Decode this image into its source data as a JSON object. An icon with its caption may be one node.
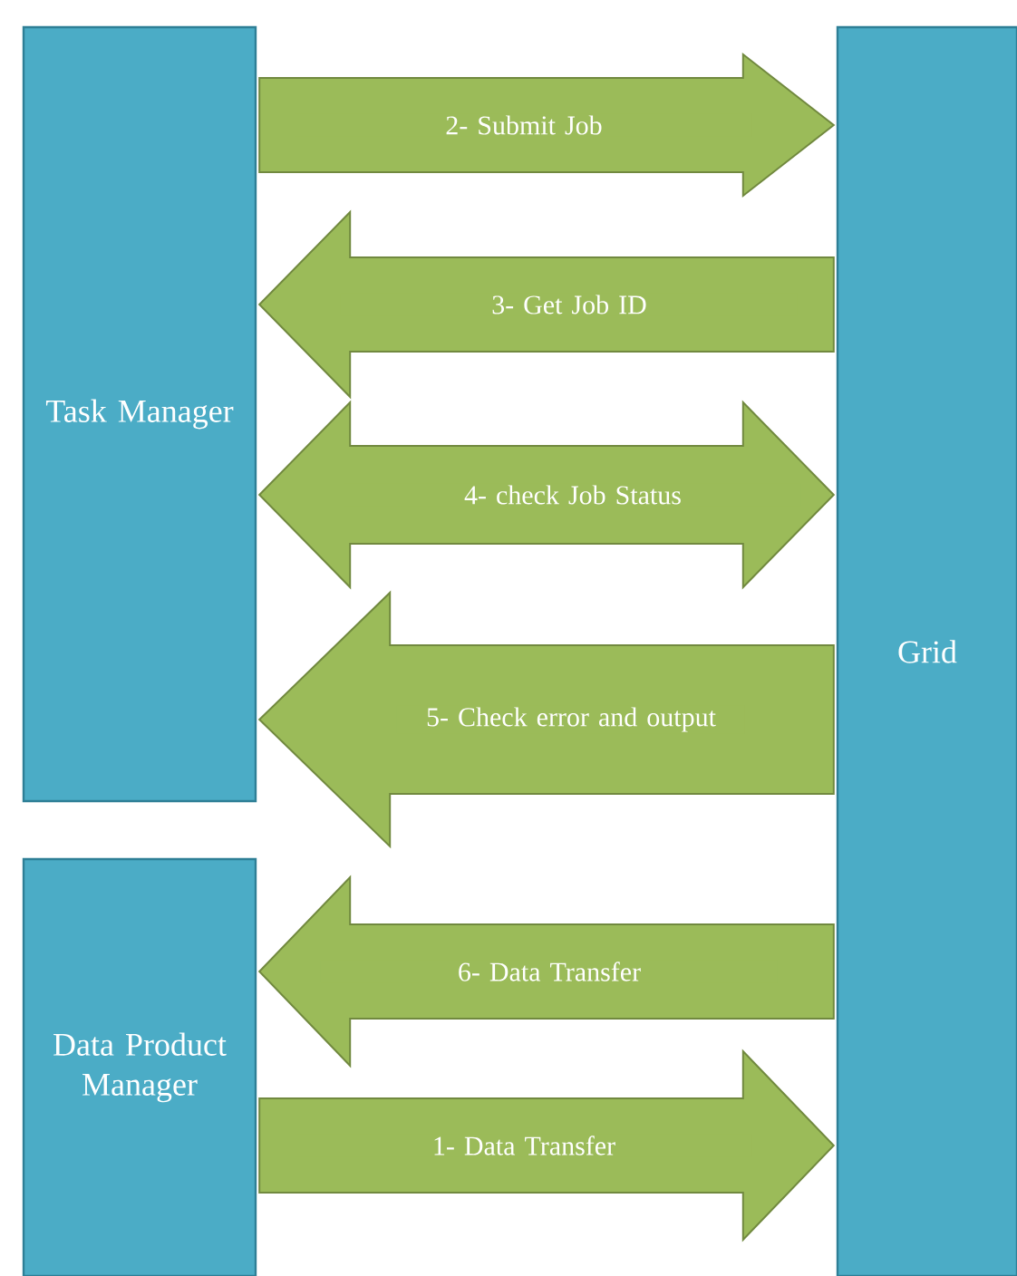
{
  "diagram": {
    "nodes": [
      {
        "text": [
          "Task Manager"
        ]
      },
      {
        "text": [
          "Data Product Manager"
        ]
      },
      {
        "text": [
          "Grid"
        ]
      }
    ],
    "edges": [
      {
        "from": 0,
        "to": 2,
        "arrow": "to",
        "label": "2- Submit Job"
      },
      {
        "from": 2,
        "to": 0,
        "arrow": "to",
        "label": "3- Get Job ID"
      },
      {
        "from": 0,
        "to": 2,
        "arrow": "both",
        "label": "4- check Job Status"
      },
      {
        "from": 2,
        "to": 0,
        "arrow": "to",
        "label": "5- Check error and output"
      },
      {
        "from": 2,
        "to": 1,
        "arrow": "to",
        "label": "6- Data Transfer"
      },
      {
        "from": 1,
        "to": 2,
        "arrow": "to",
        "label": "1- Data Transfer"
      }
    ]
  }
}
